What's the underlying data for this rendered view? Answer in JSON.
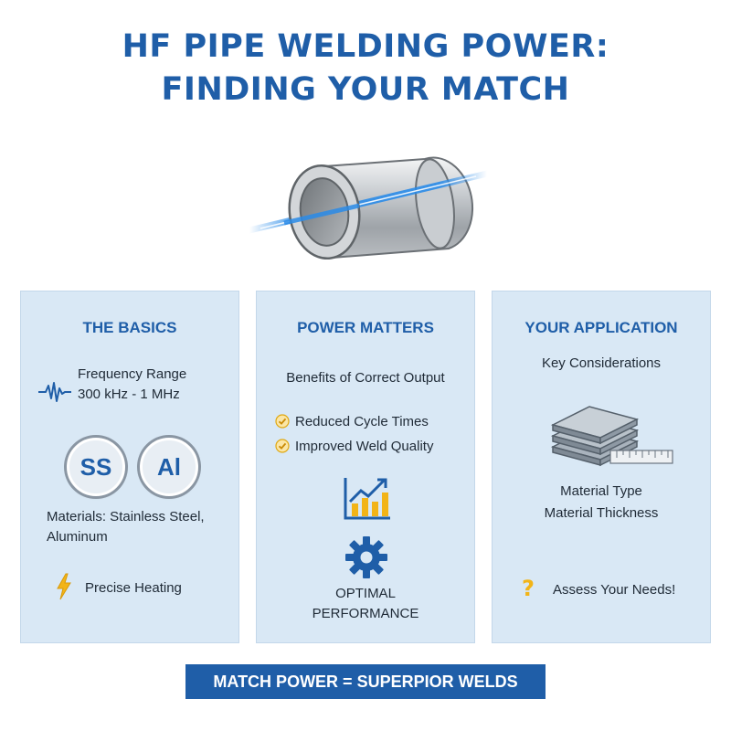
{
  "title": {
    "line1": "HF PIPE WELDING POWER:",
    "line2": "FINDING YOUR MATCH"
  },
  "panels": {
    "basics": {
      "title": "THE BASICS",
      "frequency_label": "Frequency Range",
      "frequency_value": "300 kHz - 1 MHz",
      "badge_ss": "SS",
      "badge_al": "Al",
      "materials_line1": "Materials: Stainless Steel,",
      "materials_line2": "Aluminum",
      "heating": "Precise Heating"
    },
    "power": {
      "title": "POWER MATTERS",
      "subtitle": "Benefits of Correct Output",
      "benefits": [
        "Reduced Cycle Times",
        "Improved Weld Quality"
      ],
      "performance_line1": "OPTIMAL",
      "performance_line2": "PERFORMANCE"
    },
    "application": {
      "title": "YOUR APPLICATION",
      "subtitle": "Key Considerations",
      "material_type": "Material Type",
      "material_thickness": "Material Thickness",
      "assess": "Assess Your Needs!"
    }
  },
  "banner": "MATCH POWER = SUPERPIOR WELDS",
  "colors": {
    "primary": "#1f5ea8",
    "panel_bg": "#d9e8f5",
    "accent_yellow": "#f2b418",
    "weld_line": "#2a8be8"
  },
  "icons": [
    "pipe-illustration",
    "waveform-icon",
    "lightning-icon",
    "checkmark-icon",
    "growth-chart-icon",
    "gear-icon",
    "stacked-plates-icon",
    "ruler-icon",
    "question-icon"
  ]
}
